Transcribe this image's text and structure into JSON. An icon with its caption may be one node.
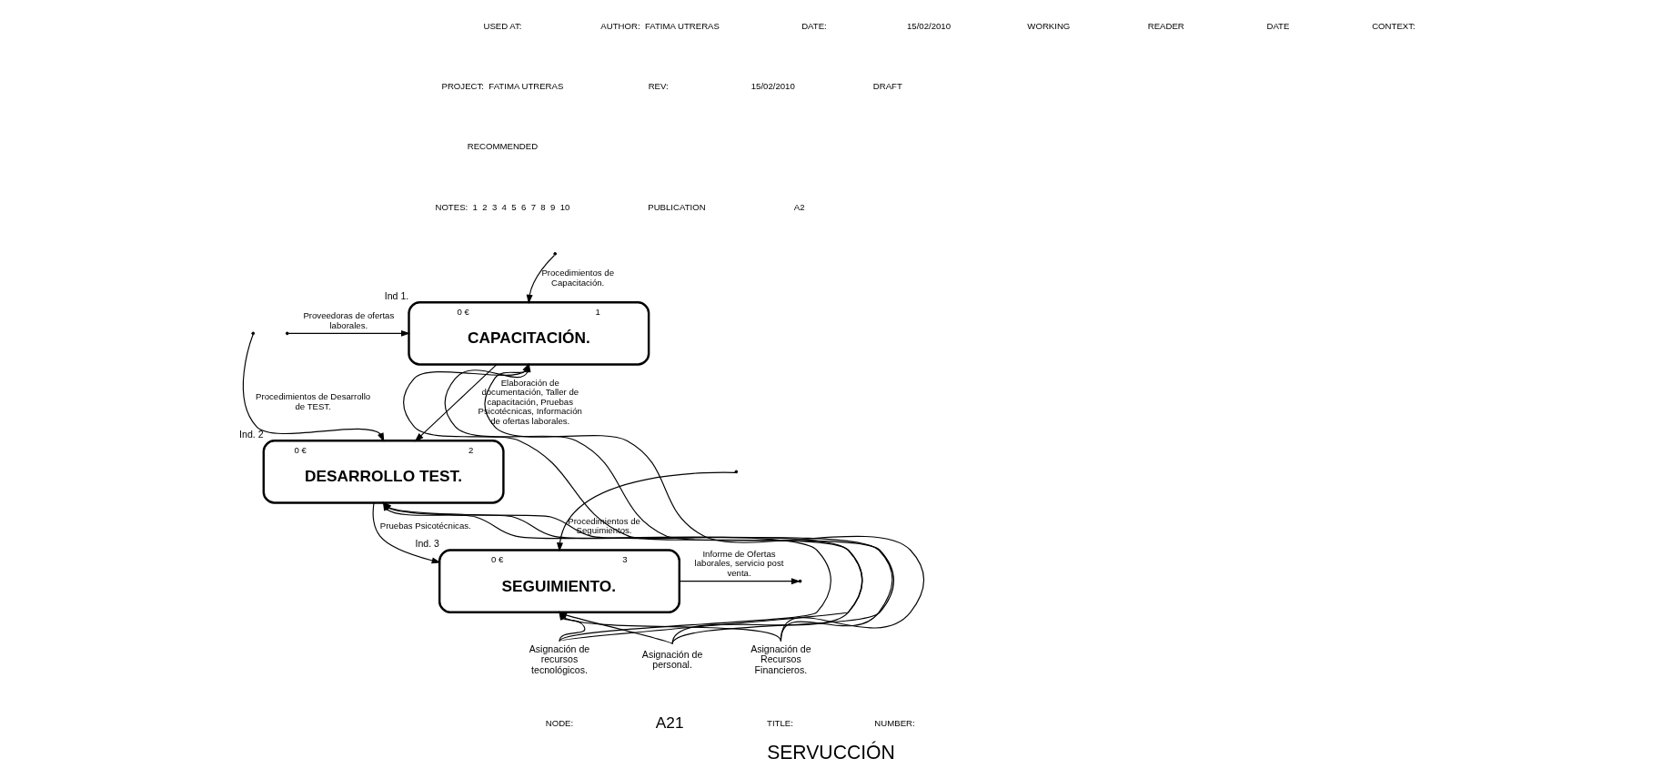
{
  "diagram": {
    "title": "SERVUCCIÓN",
    "nodes": [
      {
        "text": [
          "0 €",
          "1",
          "CAPACITACIÓN."
        ],
        "beside": [
          "Ind 1."
        ]
      },
      {
        "text": [
          "0 €",
          "2",
          "DESARROLLO TEST."
        ],
        "beside": [
          "Ind. 2"
        ]
      },
      {
        "text": [
          "0 €",
          "3",
          "SEGUIMIENTO."
        ],
        "beside": [
          "Ind. 3"
        ]
      },
      {
        "text": [
          "Asignación de recursos tecnológicos."
        ]
      },
      {
        "text": [
          "Asignación de personal."
        ]
      },
      {
        "text": [
          "Asignación de Recursos Financieros."
        ]
      }
    ],
    "edges": [
      {
        "from": null,
        "to": 0,
        "arrow": "to",
        "label": "Proveedoras de ofertas laborales."
      },
      {
        "from": null,
        "to": 0,
        "arrow": "to",
        "label": "Procedimientos de Capacitación."
      },
      {
        "from": null,
        "to": 1,
        "arrow": "to",
        "label": "Procedimientos de Desarrollo de TEST."
      },
      {
        "from": null,
        "to": 2,
        "arrow": "to",
        "label": "Procedimientos de Seguimientos."
      },
      {
        "from": 0,
        "to": 1,
        "arrow": "to",
        "label": "Elaboración de documentación, Taller de capacitación, Pruebas Psicotécnicas, Información de ofertas laborales."
      },
      {
        "from": 1,
        "to": 2,
        "arrow": "to",
        "label": "Pruebas Psicotécnicas."
      },
      {
        "from": 2,
        "to": null,
        "arrow": "to",
        "label": "Informe de Ofertas laborales, servicio post venta."
      },
      {
        "from": 3,
        "to": 0,
        "arrow": "to"
      },
      {
        "from": 4,
        "to": 0,
        "arrow": "to"
      },
      {
        "from": 5,
        "to": 0,
        "arrow": "to"
      },
      {
        "from": 3,
        "to": 1,
        "arrow": "to"
      },
      {
        "from": 4,
        "to": 1,
        "arrow": "to"
      },
      {
        "from": 5,
        "to": 1,
        "arrow": "to"
      },
      {
        "from": 3,
        "to": 2,
        "arrow": "to"
      },
      {
        "from": 4,
        "to": 2,
        "arrow": "to"
      },
      {
        "from": 5,
        "to": 2,
        "arrow": "to"
      }
    ],
    "labels": [
      "USED AT:",
      "AUTHOR:  FATIMA UTRERAS",
      "PROJECT:  FATIMA UTRERAS",
      "NOTES:  1  2  3  4  5  6  7  8  9  10",
      "DATE:",
      "15/02/2010",
      "REV:",
      "15/02/2010",
      "WORKING",
      "DRAFT",
      "RECOMMENDED",
      "PUBLICATION",
      "READER",
      "DATE",
      "CONTEXT:",
      "A2",
      "NODE:",
      "A21",
      "TITLE:",
      "NUMBER:"
    ]
  }
}
